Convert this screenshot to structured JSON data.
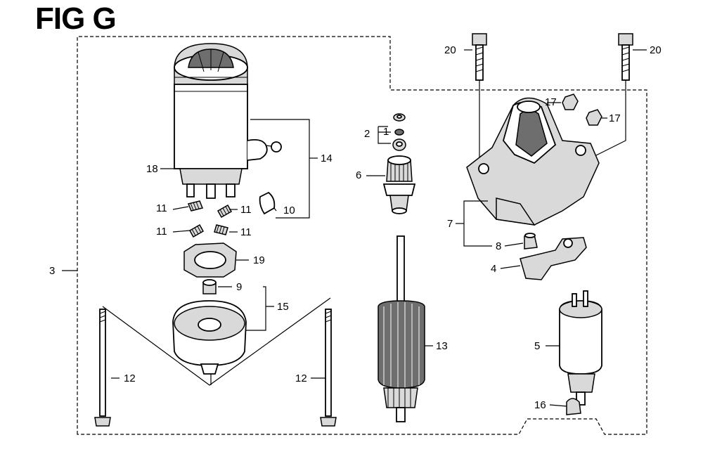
{
  "title": "FIG G",
  "callouts": {
    "c20a": "20",
    "c20b": "20",
    "c17a": "17",
    "c17b": "17",
    "c2": "2",
    "c1": "1",
    "c6": "6",
    "c14": "14",
    "c18": "18",
    "c10": "10",
    "c11a": "11",
    "c11b": "11",
    "c11c": "11",
    "c11d": "11",
    "c19": "19",
    "c9": "9",
    "c15": "15",
    "c3": "3",
    "c12a": "12",
    "c12b": "12",
    "c13": "13",
    "c7": "7",
    "c8": "8",
    "c4": "4",
    "c5": "5",
    "c16": "16"
  }
}
